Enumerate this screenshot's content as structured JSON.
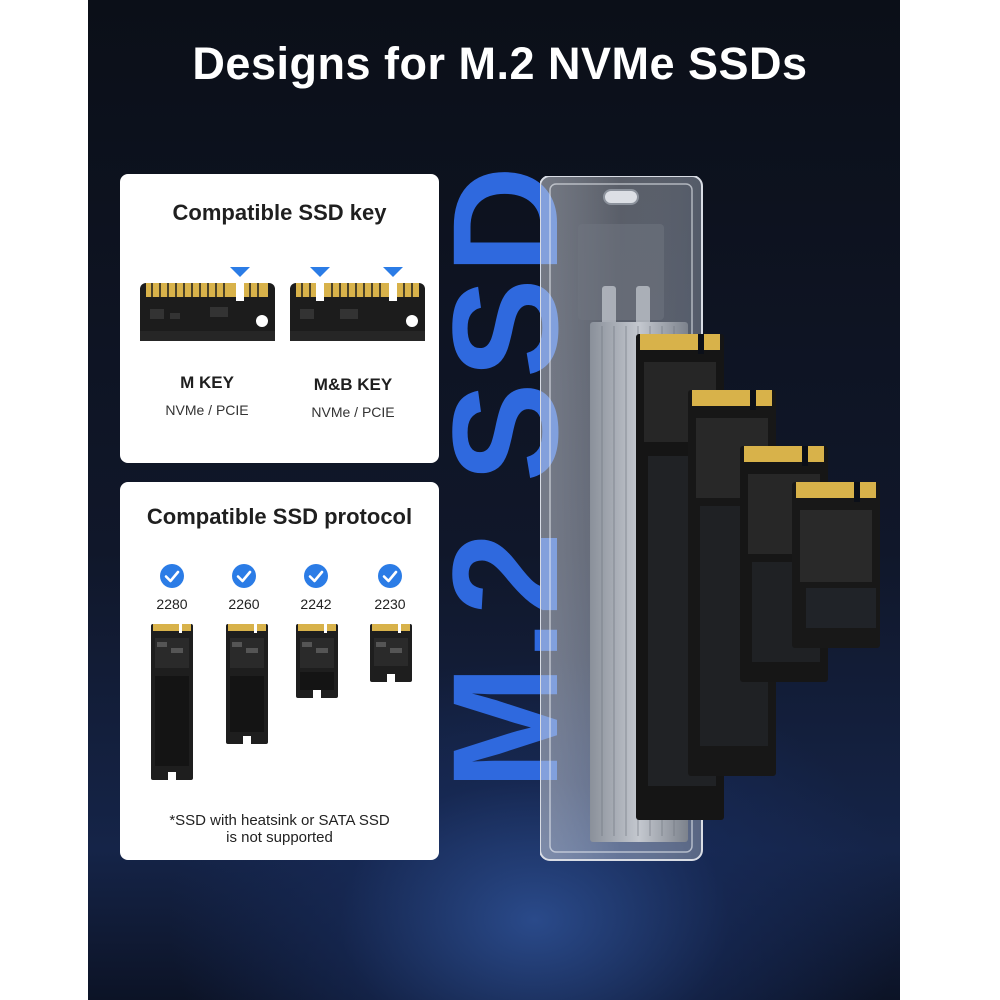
{
  "headline": "Designs for M.2 NVMe SSDs",
  "background_word": "M.2 SSD",
  "key_card": {
    "title": "Compatible SSD key",
    "keys": [
      {
        "name": "M KEY",
        "interface": "NVMe / PCIE"
      },
      {
        "name": "M&B KEY",
        "interface": "NVMe / PCIE"
      }
    ]
  },
  "protocol_card": {
    "title": "Compatible SSD protocol",
    "sizes": [
      "2280",
      "2260",
      "2242",
      "2230"
    ],
    "note_line1": "*SSD with heatsink or SATA SSD",
    "note_line2": "is not supported"
  },
  "colors": {
    "accent_blue": "#2f69de",
    "check_blue": "#2b7ce6",
    "card_bg": "#ffffff",
    "page_bg": "#0b0f18"
  }
}
